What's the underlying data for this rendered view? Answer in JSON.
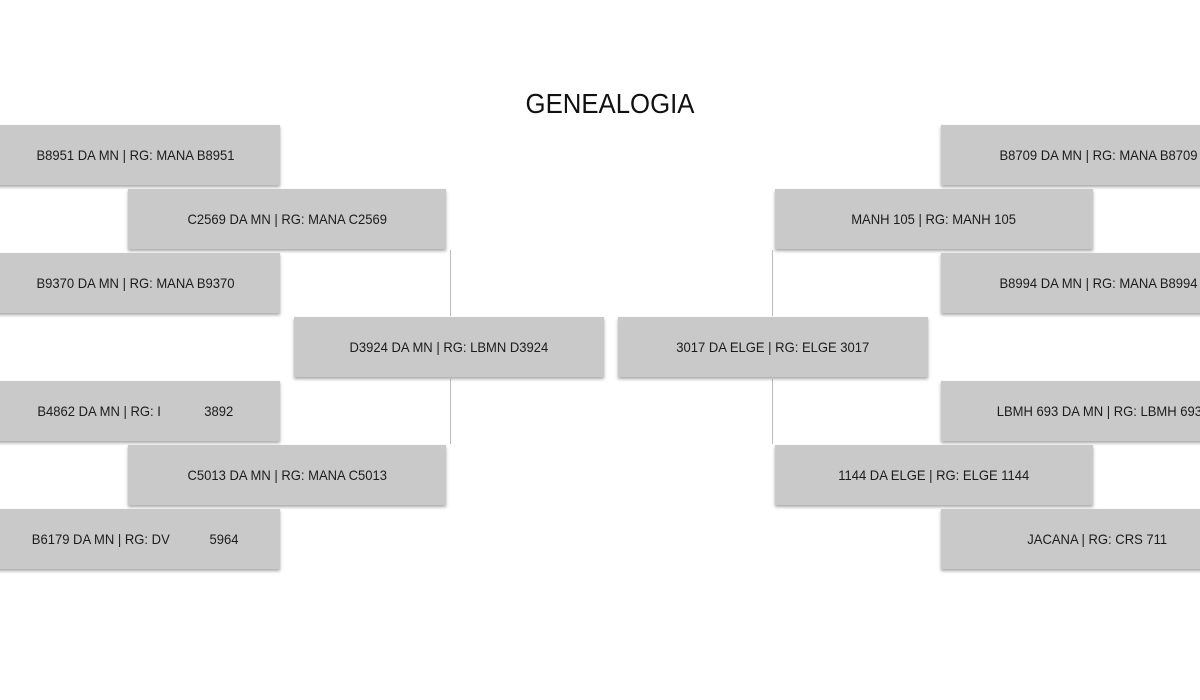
{
  "title": "GENEALOGIA",
  "sire_side": {
    "parent": "D3924 DA MN | RG: LBMN D3924",
    "grandparent_1": "C2569 DA MN | RG: MANA C2569",
    "grandparent_2": "C5013 DA MN | RG: MANA C5013",
    "great_grandparent_1": "B8951 DA MN | RG: MANA B8951",
    "great_grandparent_2": "B9370 DA MN | RG: MANA B9370",
    "great_grandparent_3": "B4862 DA MN | RG: I            3892",
    "great_grandparent_4": "B6179 DA MN | RG: DV           5964"
  },
  "dam_side": {
    "parent": "3017 DA ELGE | RG: ELGE 3017",
    "grandparent_1": "MANH 105 | RG: MANH 105",
    "grandparent_2": "1144 DA ELGE | RG: ELGE 1144",
    "great_grandparent_1": "B8709 DA MN | RG: MANA B8709",
    "great_grandparent_2": "B8994 DA MN | RG: MANA B8994",
    "great_grandparent_3": "LBMH 693 DA MN | RG: LBMH 693",
    "great_grandparent_4": "JACANA | RG: CRS 711"
  }
}
